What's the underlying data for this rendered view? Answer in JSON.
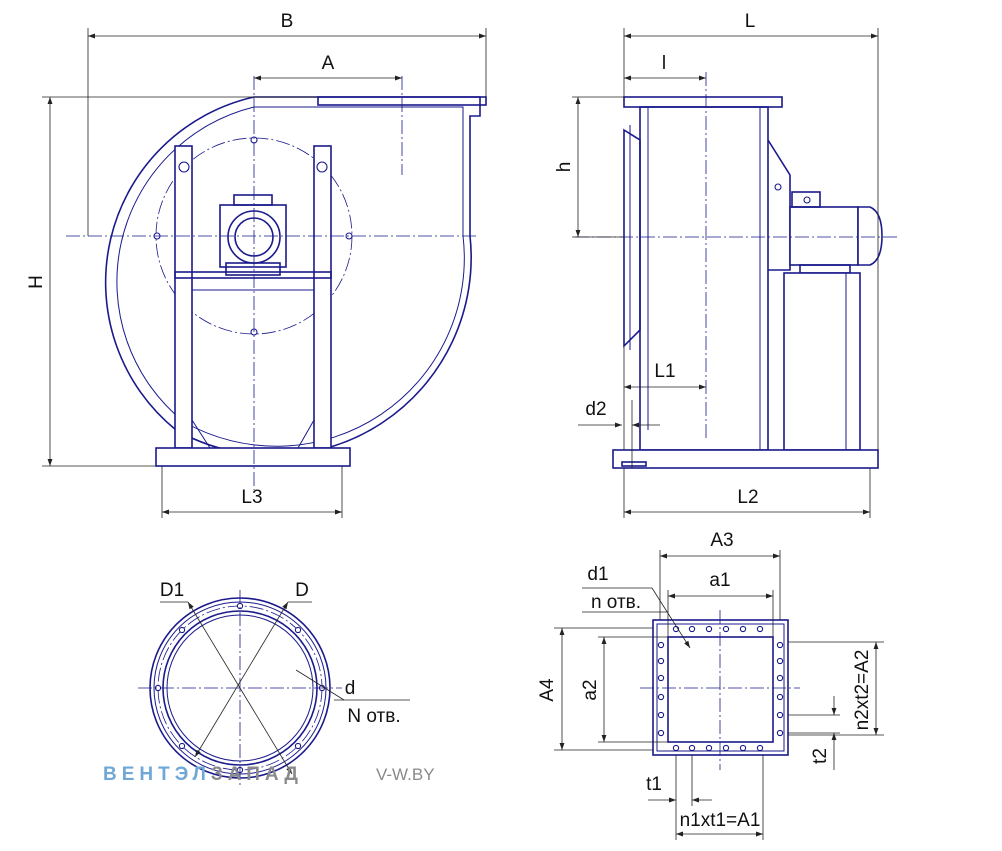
{
  "colors": {
    "part": "#1a1a8c",
    "dimension": "#222222",
    "watermark_blue": "#6fa8d6",
    "watermark_gray": "#8a8a8a"
  },
  "front_view": {
    "dim_B": "B",
    "dim_A": "A",
    "dim_H": "H",
    "dim_L3": "L3"
  },
  "side_view": {
    "dim_L": "L",
    "dim_l": "l",
    "dim_h": "h",
    "dim_L1": "L1",
    "dim_d2": "d2",
    "dim_L2": "L2"
  },
  "inlet_flange": {
    "dim_D1": "D1",
    "dim_D": "D",
    "dim_d": "d",
    "dim_N": "N отв."
  },
  "outlet_flange": {
    "dim_A3": "A3",
    "dim_d1": "d1",
    "dim_n": "n отв.",
    "dim_a1": "a1",
    "dim_A4": "A4",
    "dim_a2": "a2",
    "dim_A2": "n2xt2=A2",
    "dim_t2": "t2",
    "dim_t1": "t1",
    "dim_A1": "n1xt1=A1"
  },
  "watermark": {
    "brand_part1": "ВЕНТЭЛ",
    "brand_part2": "ЗАПАД",
    "site": "V-W.BY"
  }
}
